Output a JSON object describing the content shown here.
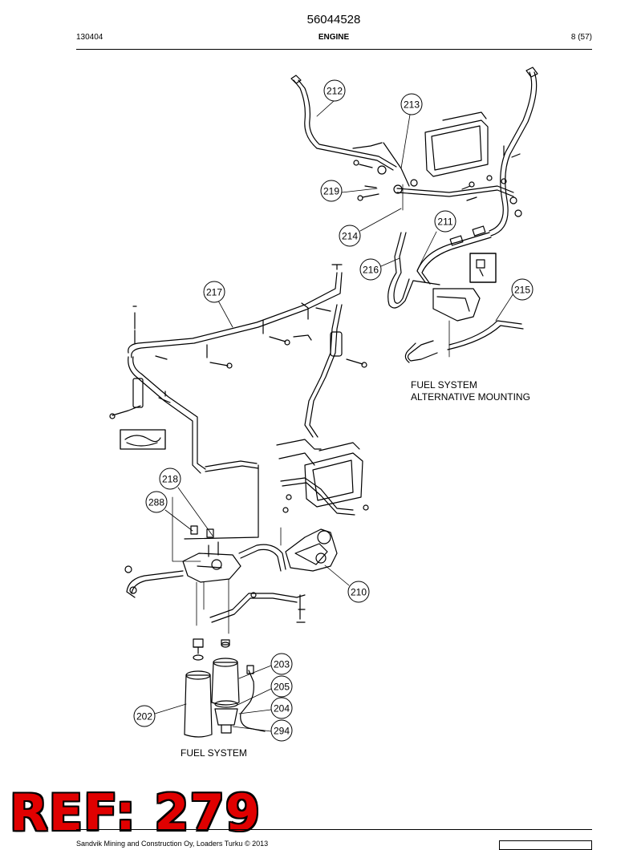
{
  "header": {
    "doc_number": "56044528",
    "left": "130404",
    "center": "ENGINE",
    "right": "8 (57)"
  },
  "captions": {
    "alternative_line1": "FUEL SYSTEM",
    "alternative_line2": "ALTERNATIVE MOUNTING",
    "fuel_system": "FUEL SYSTEM"
  },
  "callouts": {
    "c212": "212",
    "c213": "213",
    "c219": "219",
    "c211": "211",
    "c214": "214",
    "c216": "216",
    "c215": "215",
    "c217": "217",
    "c218": "218",
    "c288": "288",
    "c210": "210",
    "c203": "203",
    "c205": "205",
    "c204": "204",
    "c202": "202",
    "c294": "294"
  },
  "footer": {
    "text": "Sandvik Mining and Construction Oy, Loaders Turku © 2013"
  },
  "stamp": {
    "text": "REF: 279",
    "color": "#e00000"
  }
}
